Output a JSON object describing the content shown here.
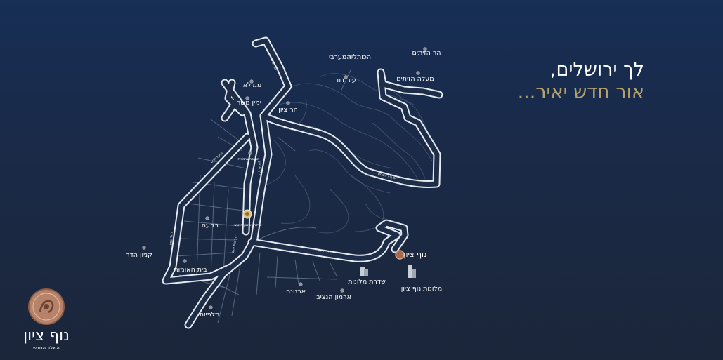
{
  "headline": {
    "line1": "לך ירושלים,",
    "line2": "אור חדש יאיר...",
    "line1_color": "#ffffff",
    "line2_color": "#b4a26a"
  },
  "logo": {
    "name": "נוף ציון",
    "tagline": "השלב החדש",
    "coin_color": "#b7826a"
  },
  "map": {
    "background_top": "#172e55",
    "background_bottom": "#1b263a",
    "road_color": "#e6ebf2",
    "places": [
      {
        "id": "har-hazeitim",
        "name": "הר הזיתים"
      },
      {
        "id": "hakotel",
        "name": "הכותל המערבי"
      },
      {
        "id": "ir-david",
        "name": "עיר דוד"
      },
      {
        "id": "maale-hazeitim",
        "name": "מעלה הזיתים"
      },
      {
        "id": "mamila",
        "name": "ממילא"
      },
      {
        "id": "yemin-moshe",
        "name": "ימין משה"
      },
      {
        "id": "har-zion",
        "name": "הר ציון"
      },
      {
        "id": "moshava",
        "name": "מושבה גרמנית"
      },
      {
        "id": "baka",
        "name": "בקעה"
      },
      {
        "id": "kanyon-hadar",
        "name": "קניון הדר"
      },
      {
        "id": "beit-haumot",
        "name": "בית האומות"
      },
      {
        "id": "talpiot",
        "name": "תלפיות"
      },
      {
        "id": "arnona",
        "name": "ארנונה"
      },
      {
        "id": "armon-hanatziv",
        "name": "ארמון הנציב"
      },
      {
        "id": "sderat-hamalonot",
        "name": "שדרת מלונות"
      },
      {
        "id": "malonot-nof-zion",
        "name": "מלונות נוף ציון"
      },
      {
        "id": "nof-zion",
        "name": "נוף ציון"
      },
      {
        "id": "tayelet",
        "name": "טיילת ארמון הנציב"
      }
    ],
    "roads": [
      {
        "id": "derech-hevron",
        "name": "דרך חברון"
      },
      {
        "id": "emek-refaim",
        "name": "עמק רפאים"
      },
      {
        "id": "maale-hashalom",
        "name": "מעלה השלום"
      },
      {
        "id": "rachel-imenu",
        "name": "רחל אמנו"
      },
      {
        "id": "derech-beit-lechem",
        "name": "דרך בית לחם"
      },
      {
        "id": "har-zion-road",
        "name": "הר ציון"
      },
      {
        "id": "king-david",
        "name": "דוד המלך"
      },
      {
        "id": "jericho-road",
        "name": "דרך יריחו"
      }
    ]
  }
}
